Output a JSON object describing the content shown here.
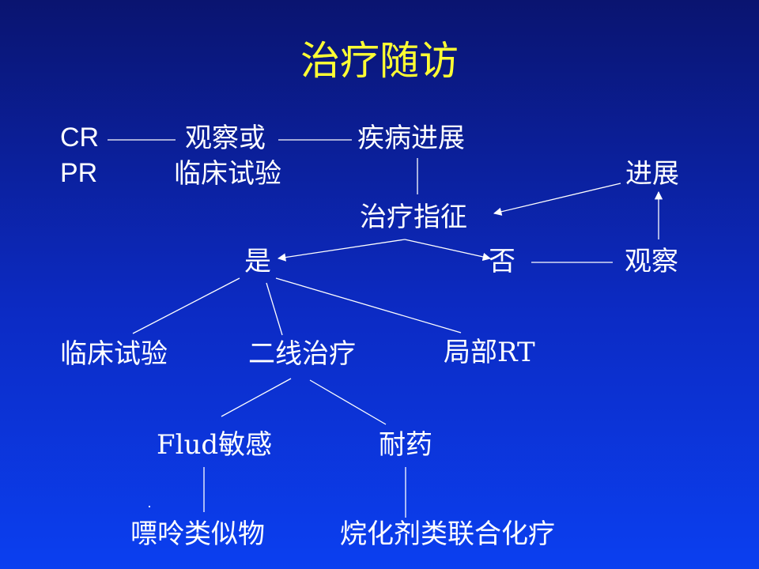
{
  "title": "治疗随访",
  "nodes": {
    "cr": "CR",
    "pr": "PR",
    "observe_or": "观察或",
    "clinical_trial_top": "临床试验",
    "disease_progress": "疾病进展",
    "progress": "进展",
    "treatment_indication": "治疗指征",
    "yes": "是",
    "no": "否",
    "observe": "观察",
    "clinical_trial": "临床试验",
    "second_line": "二线治疗",
    "local_rt": "局部RT",
    "flud_sensitive": "Flud敏感",
    "resistant": "耐药",
    "purine_analogs": "嘌呤类似物",
    "alkylating_combo": "烷化剂类联合化疗"
  },
  "colors": {
    "background_top": "#0a1470",
    "background_bottom": "#0b3ff0",
    "title": "#ffff33",
    "text": "#ffffff"
  }
}
